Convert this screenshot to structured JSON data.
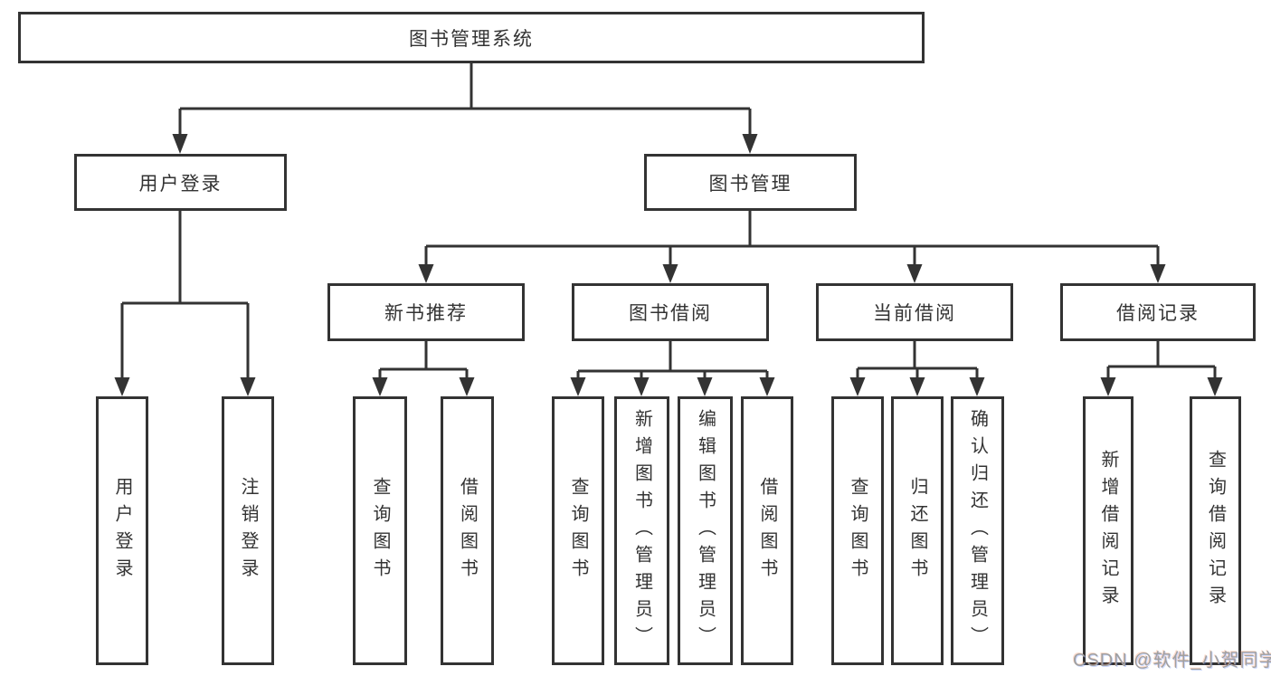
{
  "diagram": {
    "root": "图书管理系统",
    "level2": {
      "user_login": "用户登录",
      "book_management": "图书管理"
    },
    "level3": {
      "new_book_recommend": "新书推荐",
      "book_borrowing": "图书借阅",
      "current_borrowing": "当前借阅",
      "borrowing_records": "借阅记录"
    },
    "leaves": {
      "user_login": "用户登录",
      "logout": "注销登录",
      "recommend_query_books": "查询图书",
      "recommend_borrow_books": "借阅图书",
      "borrowing_query_books": "查询图书",
      "borrowing_add_books": "新增图书（管理员）",
      "borrowing_edit_books": "编辑图书（管理员）",
      "borrowing_borrow_books": "借阅图书",
      "current_query_books": "查询图书",
      "current_return_books": "归还图书",
      "current_confirm_return": "确认归还（管理员）",
      "records_add_record": "新增借阅记录",
      "records_query_record": "查询借阅记录"
    }
  },
  "watermark": {
    "text": "CSDN @软件_小贺同学",
    "color": "#a0a0a0"
  },
  "colors": {
    "line": "#333333",
    "text": "#333333",
    "background": "#ffffff"
  }
}
